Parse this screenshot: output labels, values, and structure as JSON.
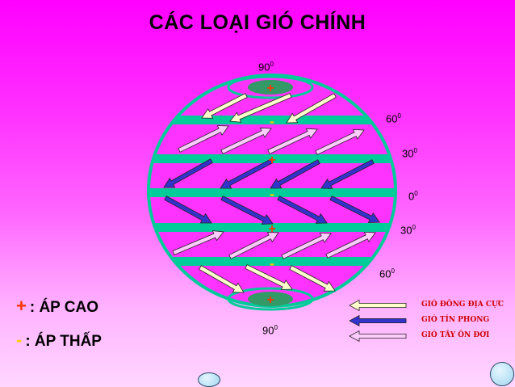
{
  "title": "CÁC LOẠI GIÓ CHÍNH",
  "latitudes": [
    {
      "id": "north-pole",
      "value": "90",
      "sup": "0"
    },
    {
      "id": "north-60",
      "value": "60",
      "sup": "0"
    },
    {
      "id": "north-30",
      "value": "30",
      "sup": "0"
    },
    {
      "id": "equator",
      "value": "0",
      "sup": "0"
    },
    {
      "id": "south-30",
      "value": "30",
      "sup": "0"
    },
    {
      "id": "south-60",
      "value": "60",
      "sup": "0"
    },
    {
      "id": "south-pole",
      "value": "90",
      "sup": "0"
    }
  ],
  "pressure_legend": {
    "high": {
      "symbol": "+",
      "label": ": ÁP CAO"
    },
    "low": {
      "symbol": "-",
      "label": ": ÁP THẤP"
    }
  },
  "wind_legend": [
    {
      "label": "GIÓ ĐÔNG ĐỊA CỰC",
      "color": "#ffffcc"
    },
    {
      "label": "GIÓ TÍN PHONG",
      "color": "#3333cc"
    },
    {
      "label": "GIÓ TÂY ÔN ĐỚI",
      "color": "#ffccff"
    }
  ],
  "belt_markers": [
    "+",
    "-",
    "+",
    "-",
    "+",
    "-",
    "+"
  ],
  "colors": {
    "belt": "#00cc99",
    "high_pressure": "#ff3300",
    "low_pressure": "#ffcc00",
    "pole_cap": "#339966",
    "globe_outline": "#00cc99"
  },
  "icons": {
    "prev": "oval-nav-button",
    "next": "round-nav-button"
  }
}
